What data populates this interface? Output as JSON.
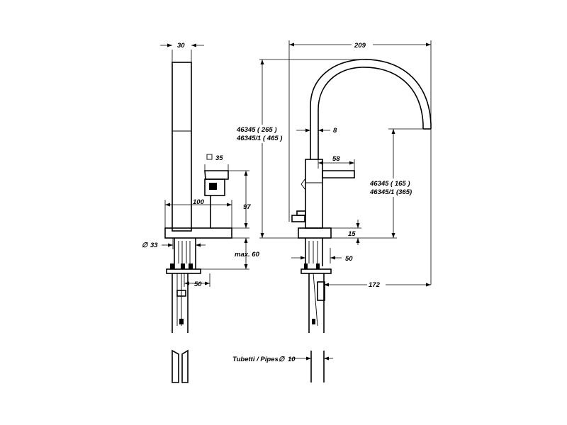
{
  "labels": {
    "side_width": "30",
    "square_handle": "35",
    "total_reach": "209",
    "height_codes_line1": "46345    ( 265 )",
    "height_codes_line2": "46345/1 ( 465 )",
    "spout_dia": "8",
    "lever_len": "58",
    "spout_height_line1": "46345    ( 165 )",
    "spout_height_line2": "46345/1 (365)",
    "base_width": "100",
    "body_height": "97",
    "base_dia": "33",
    "max_thickness": "max. 60",
    "mount_offset_left": "50",
    "base_thickness": "15",
    "mount_offset_right": "50",
    "spout_reach": "172",
    "pipes": "Tubetti / Pipes",
    "pipe_dia": "10"
  }
}
